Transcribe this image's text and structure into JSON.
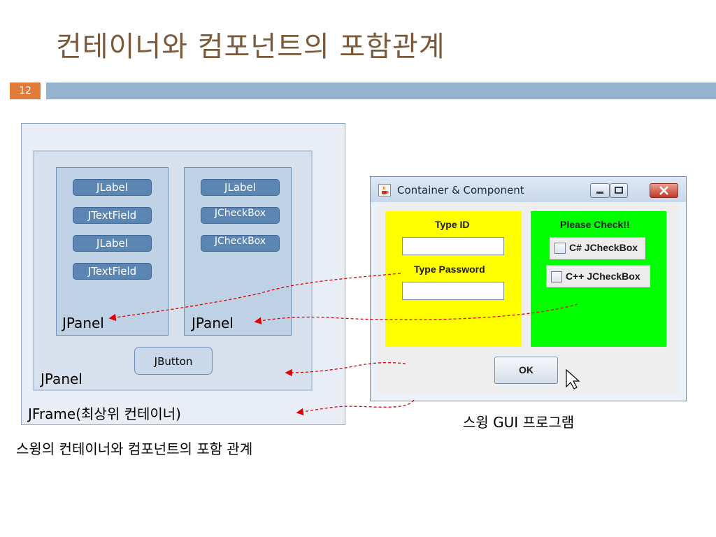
{
  "slide": {
    "title": "컨테이너와 컴포넌트의 포함관계",
    "page_number": "12"
  },
  "diagram": {
    "left_panel_items": [
      "JLabel",
      "JTextField",
      "JLabel",
      "JTextField"
    ],
    "right_panel_items": [
      "JLabel",
      "JCheckBox",
      "JCheckBox"
    ],
    "left_panel_label": "JPanel",
    "right_panel_label": "JPanel",
    "outer_panel_label": "JPanel",
    "button_label": "JButton",
    "frame_label": "JFrame(최상위 컨테이너)",
    "caption": "스윙의 컨테이너와 컴포넌트의 포함 관계"
  },
  "swing_window": {
    "title": "Container & Component",
    "icon": "java-coffee-icon",
    "id_label": "Type ID",
    "password_label": "Type Password",
    "id_value": "",
    "password_value": "",
    "check_label": "Please Check!!",
    "checkbox_1": "C# JCheckBox",
    "checkbox_2": "C++ JCheckBox",
    "ok_label": "OK",
    "colors": {
      "left_panel": "#ffff00",
      "right_panel": "#00ff00"
    }
  },
  "swing_caption": "스윙 GUI 프로그램"
}
